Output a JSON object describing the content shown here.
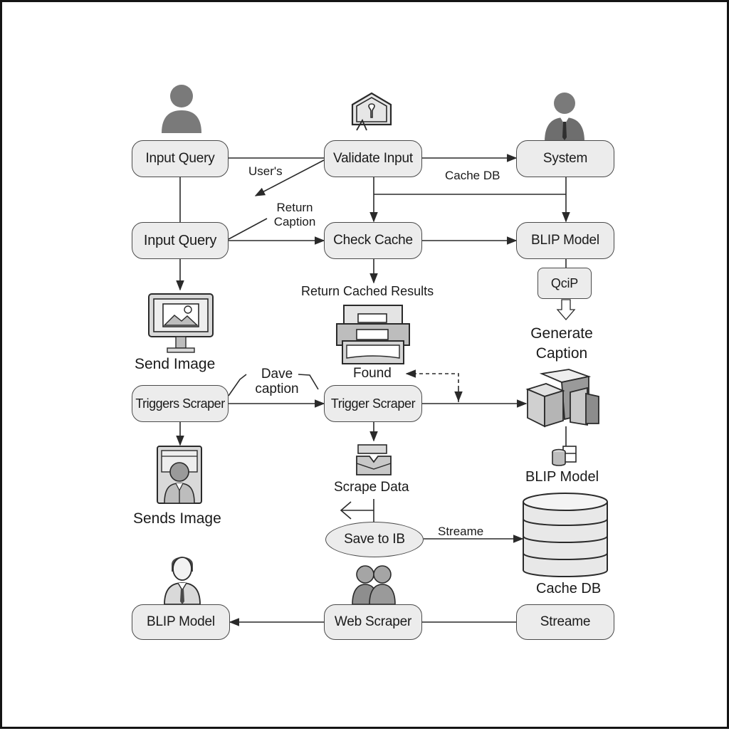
{
  "nodes": {
    "input_query_top": "Input Query",
    "validate_input": "Validate Input",
    "system": "System",
    "input_query_mid": "Input Query",
    "check_cache": "Check Cache",
    "blip_model_top": "BLIP Model",
    "qcip": "QciP",
    "triggers_scraper": "Triggers Scraper",
    "trigger_scraper": "Trigger Scraper",
    "save_to_ib": "Save to IB",
    "blip_model_bottom": "BLIP Model",
    "web_scraper": "Web Scraper",
    "streame": "Streame"
  },
  "labels": {
    "users": "User's",
    "cache_db_top": "Cache DB",
    "return_caption_line1": "Return",
    "return_caption_line2": "Caption",
    "return_cached_results": "Return Cached Results",
    "send_image": "Send Image",
    "generate_caption_line1": "Generate",
    "generate_caption_line2": "Caption",
    "dave_caption_line1": "Dave",
    "dave_caption_line2": "caption",
    "found": "Found",
    "blip_model_label": "BLIP Model",
    "scrape_data": "Scrape Data",
    "sends_image": "Sends Image",
    "streame_label": "Streame",
    "cache_db_bottom": "Cache DB"
  },
  "colors": {
    "box_fill": "#ececec",
    "box_border": "#4a4a4a",
    "line": "#2a2a2a",
    "icon_dark": "#7a7a7a",
    "icon_light": "#d9d9d9"
  }
}
